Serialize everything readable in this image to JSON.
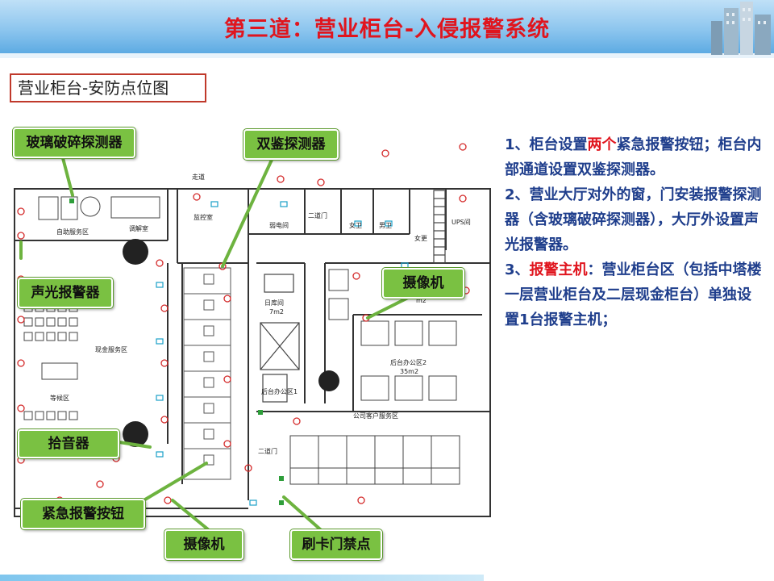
{
  "title": "第三道：营业柜台-入侵报警系统",
  "subtitle": "营业柜台-安防点位图",
  "callouts": {
    "glass_break": "玻璃破碎探测器",
    "dual_tech": "双鉴探测器",
    "strobe_siren": "声光报警器",
    "camera_1": "摄像机",
    "pickup": "拾音器",
    "panic_button": "紧急报警按钮",
    "camera_2": "摄像机",
    "card_access": "刷卡门禁点"
  },
  "rooms": {
    "corridor": "走道",
    "self_service": "自助服务区",
    "mediation": "调解室",
    "control": "监控室",
    "weak_power": "弱电间",
    "second_door_top": "二道门",
    "female_wc": "女卫",
    "male_wc": "男卫",
    "female_locker": "女更",
    "ups": "UPS间",
    "storage": "日库间",
    "storage_area": "7m2",
    "cash_service": "现金服务区",
    "waiting": "等候区",
    "back_office_1": "后台办公区1",
    "back_office_2": "后台办公区2",
    "back_office_2_area": "35m2",
    "area_m2": "m2",
    "corporate_service": "公司客户服务区",
    "second_door_bottom": "二道门"
  },
  "notes": {
    "n1_a": "1、柜台设置",
    "n1_b": "两个",
    "n1_c": "紧急报警按钮；柜台内部通道设置双鉴探测器。",
    "n2": "2、营业大厅对外的窗，门安装报警探测器（含玻璃破碎探测器），大厅外设置声光报警器。",
    "n3_a": "3、",
    "n3_b": "报警主机",
    "n3_c": "：营业柜台区（包括中塔楼一层营业柜台及二层现金柜台）单独设置1台报警主机；"
  },
  "colors": {
    "title_red": "#e0151e",
    "note_blue": "#1f3e8c",
    "callout_green": "#7ac142",
    "plan_red": "#d42a2a"
  }
}
